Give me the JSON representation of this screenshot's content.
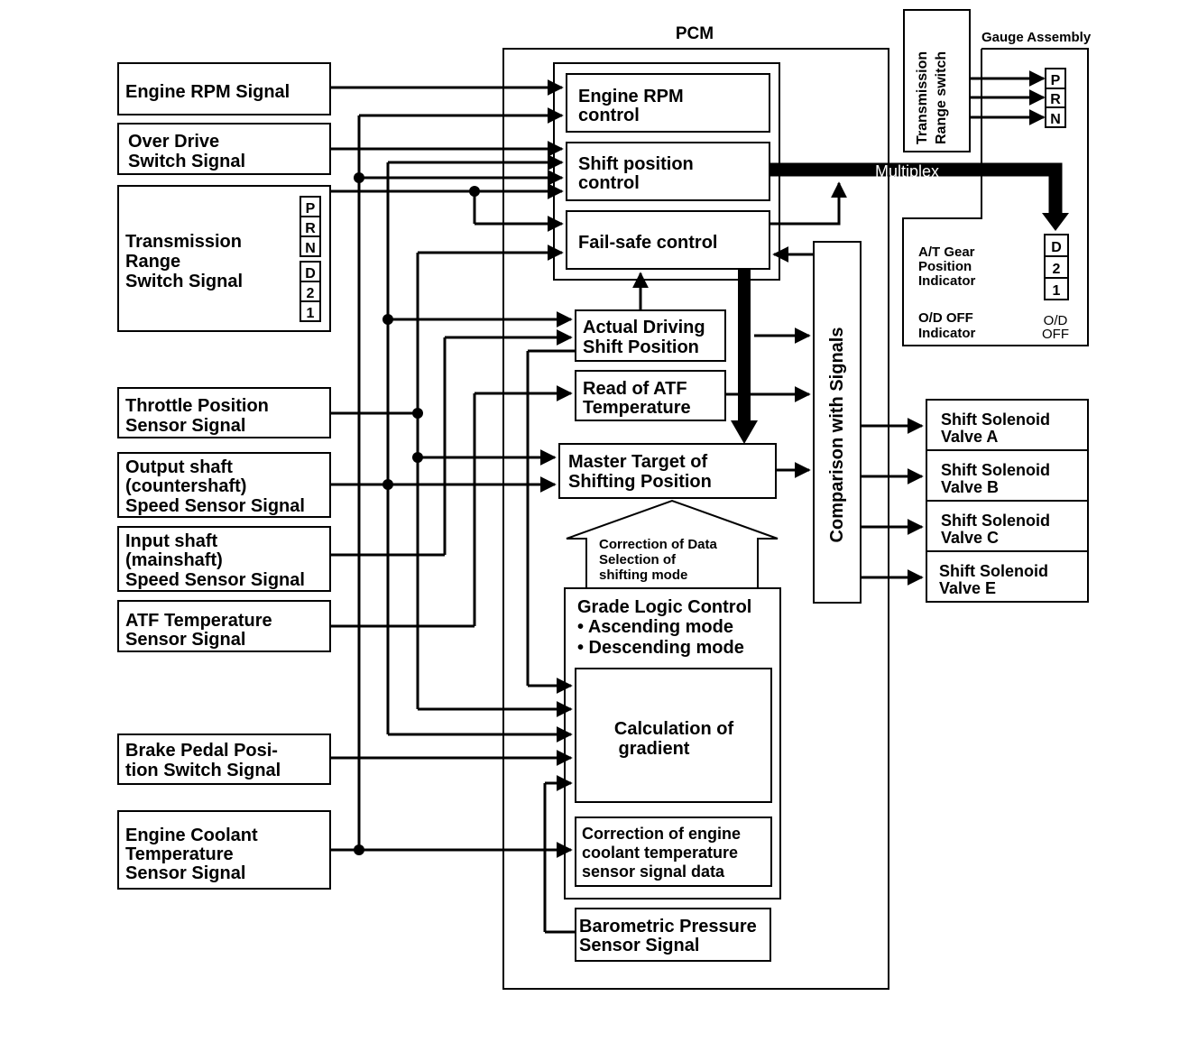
{
  "pcm": {
    "title": "PCM"
  },
  "inputs": {
    "engine_rpm": [
      "Engine RPM Signal"
    ],
    "overdrive": [
      "Over Drive",
      "Switch Signal"
    ],
    "trans_range": [
      "Transmission",
      "Range",
      "Switch Signal"
    ],
    "trans_range_letters": [
      "P",
      "R",
      "N",
      "D",
      "2",
      "1"
    ],
    "throttle": [
      "Throttle Position",
      "Sensor Signal"
    ],
    "output_shaft": [
      "Output shaft",
      "(countershaft)",
      "Speed Sensor Signal"
    ],
    "input_shaft": [
      "Input shaft",
      "(mainshaft)",
      "Speed Sensor Signal"
    ],
    "atf_temp": [
      "ATF Temperature",
      "Sensor Signal"
    ],
    "brake": [
      "Brake Pedal Posi-",
      "tion Switch Signal"
    ],
    "coolant": [
      "Engine Coolant",
      "Temperature",
      "Sensor Signal"
    ]
  },
  "blocks": {
    "engine_rpm_control": [
      "Engine RPM",
      "control"
    ],
    "shift_position_control": [
      "Shift position",
      "control"
    ],
    "fail_safe_control": [
      "Fail-safe control"
    ],
    "actual_driving": [
      "Actual Driving",
      "Shift Position"
    ],
    "read_atf": [
      "Read of ATF",
      "Temperature"
    ],
    "master_target": [
      "Master Target of",
      "Shifting Position"
    ],
    "correction_data": [
      "Correction of Data",
      "Selection of",
      "shifting mode"
    ],
    "grade_logic": [
      "Grade Logic Control",
      "• Ascending mode",
      "• Descending mode"
    ],
    "calc_gradient": [
      "Calculation of",
      "gradient"
    ],
    "correction_coolant": [
      "Correction of engine",
      "coolant temperature",
      "sensor signal data"
    ],
    "barometric": [
      "Barometric Pressure",
      "Sensor Signal"
    ],
    "comparison": "Comparison with Signals"
  },
  "multiplex": "Multiplex",
  "outputs": [
    [
      "Shift Solenoid",
      "Valve A"
    ],
    [
      "Shift Solenoid",
      "Valve B"
    ],
    [
      "Shift Solenoid",
      "Valve C"
    ],
    [
      "Shift Solenoid",
      "Valve E"
    ]
  ],
  "gauge": {
    "title": "Gauge Assembly",
    "trans_switch": [
      "Transmission",
      "Range switch"
    ],
    "prn": [
      "P",
      "R",
      "N"
    ],
    "at_gear": [
      "A/T Gear",
      "Position",
      "Indicator"
    ],
    "d21": [
      "D",
      "2",
      "1"
    ],
    "od_off": [
      "O/D OFF",
      "Indicator"
    ],
    "od_glyph": [
      "O/D",
      "OFF"
    ]
  }
}
